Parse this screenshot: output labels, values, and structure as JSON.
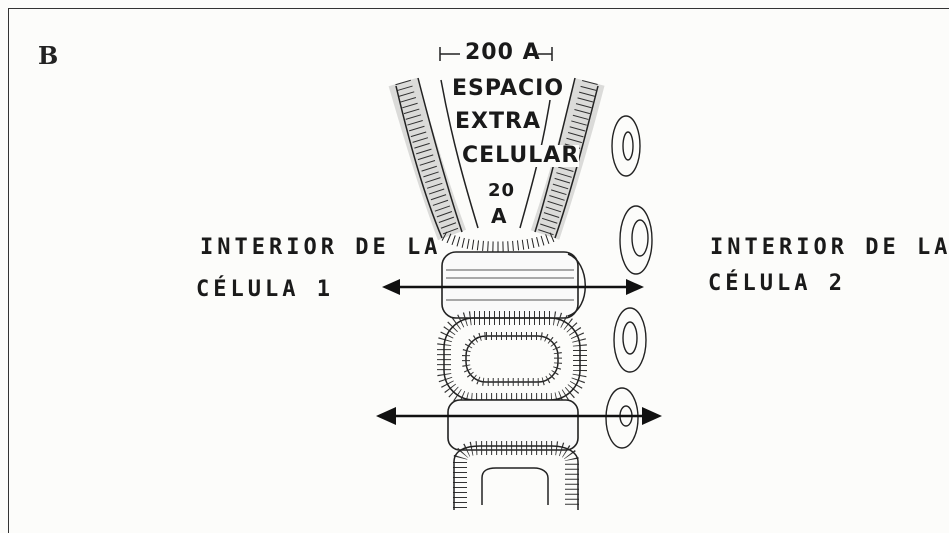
{
  "panel_label": "B",
  "gap_width_label": "200 A",
  "extracellular_space_label": [
    "ESPACIO",
    "EXTRA",
    "CELULAR"
  ],
  "membrane_thickness_label": [
    "20",
    "A"
  ],
  "cell_1_label": [
    "INTERIOR DE LA",
    "CÉLULA 1"
  ],
  "cell_2_label": [
    "INTERIOR DE LA",
    "CÉLULA 2"
  ],
  "colors": {
    "ink": "#1a1a1a",
    "paper": "#fcfcfa",
    "shade": "#c9c9c9"
  }
}
